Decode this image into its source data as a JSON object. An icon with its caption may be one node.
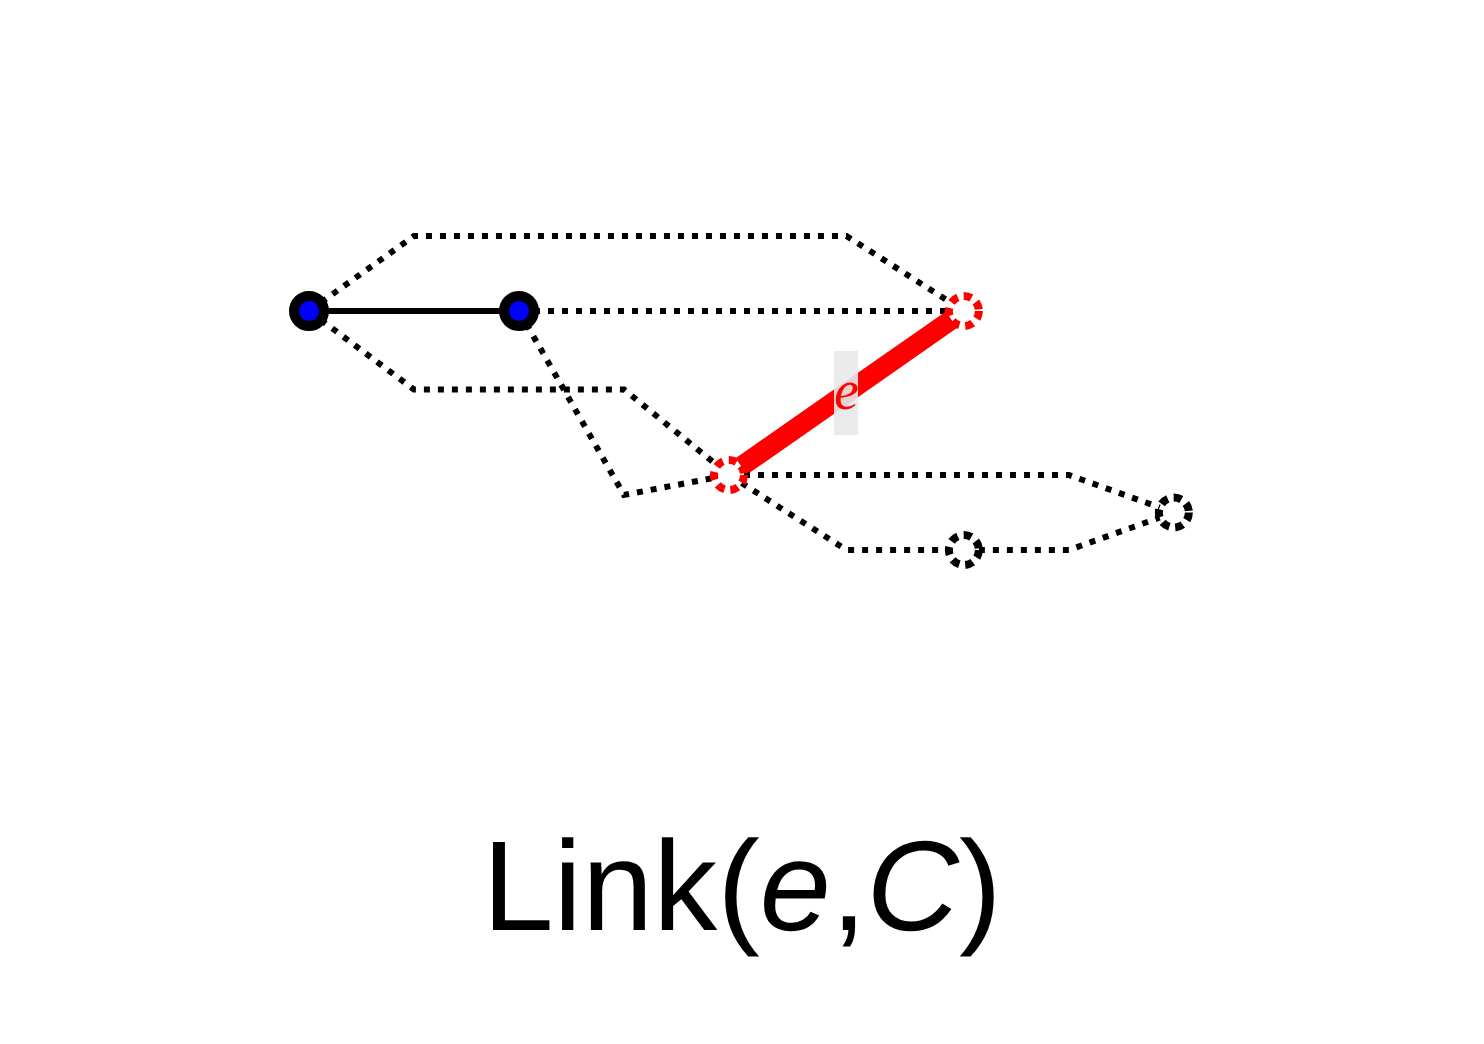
{
  "diagram": {
    "caption": "Link(*e*,*C*)",
    "nodes": [
      {
        "text": [],
        "shape": "circle"
      },
      {
        "text": [],
        "shape": "circle"
      },
      {
        "text": [],
        "shape": "circle"
      },
      {
        "text": [],
        "shape": "circle"
      },
      {
        "text": [],
        "shape": "circle"
      },
      {
        "text": [],
        "shape": "circle"
      }
    ],
    "edges": [
      {
        "from": 0,
        "to": 1,
        "arrow": "none"
      },
      {
        "from": 0,
        "to": 2,
        "arrow": "none",
        "style": "dashed"
      },
      {
        "from": 0,
        "to": 3,
        "arrow": "none",
        "style": "dashed"
      },
      {
        "from": 1,
        "to": 2,
        "arrow": "none",
        "style": "dashed"
      },
      {
        "from": 1,
        "to": 3,
        "arrow": "none",
        "style": "dashed"
      },
      {
        "from": 2,
        "to": 3,
        "arrow": "none",
        "style": "thick",
        "color": "#ff0000",
        "label": "e"
      },
      {
        "from": 2,
        "to": 4,
        "arrow": "none",
        "style": "dashed"
      },
      {
        "from": 2,
        "to": 5,
        "arrow": "none",
        "style": "dashed"
      },
      {
        "from": 4,
        "to": 5,
        "arrow": "none",
        "style": "dashed"
      }
    ]
  }
}
